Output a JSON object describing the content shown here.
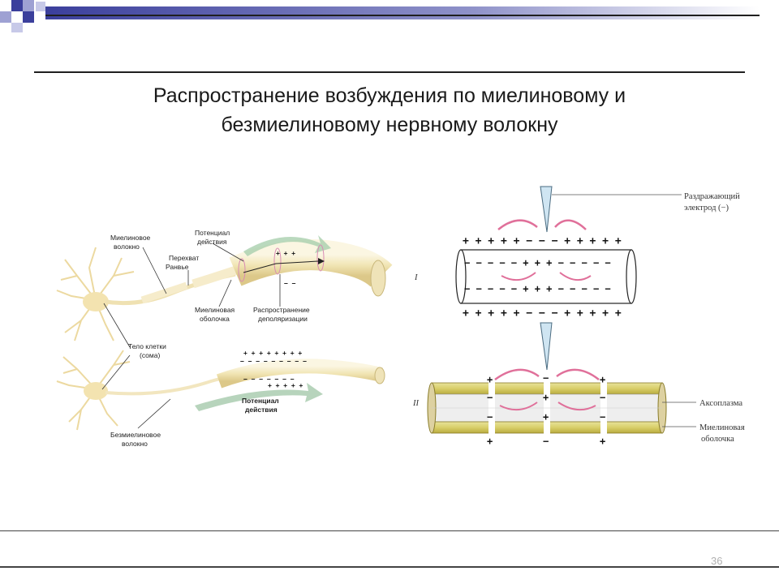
{
  "slide": {
    "title_line1": "Распространение возбуждения по миелиновому и",
    "title_line2": "безмиелиновому нервному волокну",
    "page_number": "36",
    "accent_color": "#3b3f9c"
  },
  "left_diagram": {
    "labels": {
      "myelin_fiber_1": "Миелиновое",
      "myelin_fiber_2": "волокно",
      "action_potential_1": "Потенциал",
      "action_potential_2": "действия",
      "ranvier_1": "Перехват",
      "ranvier_2": "Ранвье",
      "myelin_sheath_1": "Миелиновая",
      "myelin_sheath_2": "оболочка",
      "spread_1": "Распространение",
      "spread_2": "деполяризации",
      "soma_1": "Тело клетки",
      "soma_2": "(сома)",
      "unmyelin_1": "Безмиелиновое",
      "unmyelin_2": "волокно",
      "ap2_1": "Потенциал",
      "ap2_2": "действия"
    }
  },
  "right_diagram": {
    "labels": {
      "electrode_1": "Раздражающий",
      "electrode_2": "электрод  (−)",
      "roman_1": "I",
      "roman_2": "II",
      "axoplasm": "Аксоплазма",
      "sheath_1": "Миелиновая",
      "sheath_2": "оболочка"
    },
    "charges": {
      "top_outer": "+ + + + + − − − + + + + +",
      "top_inner_1": "− − − − − + + + − − − − −",
      "top_inner_2": "− − − − − + + + − − − − −",
      "top_bottom_outer": "+ + + + + − − − + + + + +"
    }
  }
}
